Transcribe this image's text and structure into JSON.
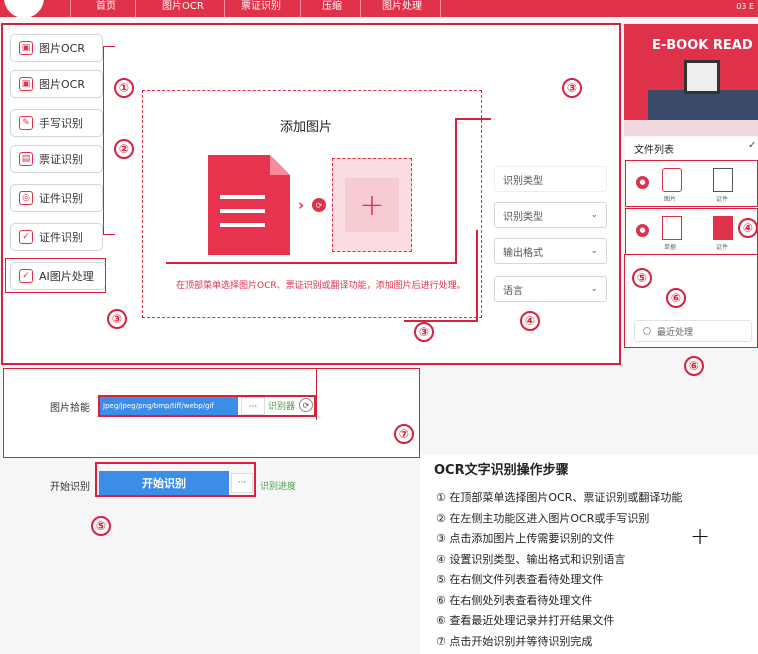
{
  "nav": {
    "items": [
      "首页",
      "图片OCR",
      "票证识别",
      "压缩",
      "图片处理"
    ],
    "corner_text": "03 E"
  },
  "sidebar": {
    "items": [
      {
        "label": "图片OCR",
        "icon": "image-icon"
      },
      {
        "label": "图片OCR",
        "icon": "image-icon"
      },
      {
        "label": "手写识别",
        "icon": "pen-icon"
      },
      {
        "label": "票证识别",
        "icon": "ticket-icon"
      },
      {
        "label": "证件识别",
        "icon": "id-card-icon"
      },
      {
        "label": "证件识别",
        "icon": "id-card-icon"
      },
      {
        "label": "AI图片处理",
        "icon": "ai-icon"
      }
    ]
  },
  "markers": [
    "①",
    "②",
    "③",
    "③",
    "③",
    "④",
    "④",
    "⑤",
    "⑤",
    "⑥",
    "⑥",
    "⑦"
  ],
  "upload": {
    "title": "添加图片",
    "hint": "在顶部菜单选择图片OCR、票证识别或翻译功能，添加图片后进行处理。"
  },
  "options": {
    "recognition_type_label": "识别类型",
    "recognition_type_select": "识别类型",
    "output_format": "输出格式",
    "language": "语言"
  },
  "banner": {
    "text": "E-BOOK READ"
  },
  "file_list": {
    "title": "文件列表",
    "row1": [
      "图片",
      "证件"
    ],
    "row2": [
      "单据",
      "证件"
    ],
    "recent_label": "最近处理"
  },
  "image_select": {
    "label": "图片拾能",
    "value": "Jpeg/jpeg/png/bmp/tiff/webp/gif",
    "browse": "···",
    "progress_label": "识别器"
  },
  "start": {
    "label": "开始识别",
    "button": "开始识别",
    "more": "···",
    "progress_label": "识别进度"
  },
  "instructions": {
    "title": "OCR文字识别操作步骤",
    "steps": [
      "① 在顶部菜单选择图片OCR、票证识别或翻译功能",
      "② 在左侧主功能区进入图片OCR或手写识别",
      "③ 点击添加图片上传需要识别的文件",
      "④ 设置识别类型、输出格式和识别语言",
      "⑤ 在右侧文件列表查看待处理文件",
      "⑥ 在右侧处列表查看待处理文件",
      "⑥ 查看最近处理记录并打开结果文件",
      "⑦ 点击开始识别并等待识别完成"
    ]
  },
  "colors": {
    "accent": "#e0314b",
    "frame": "#d8223d",
    "primary_button": "#3b8de8"
  }
}
